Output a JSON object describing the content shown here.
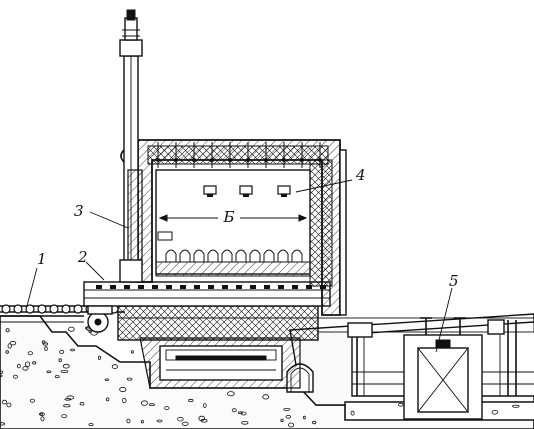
{
  "diagram": {
    "labels": {
      "l1": "1",
      "l2": "2",
      "l3": "3",
      "l4": "4",
      "l5": "5",
      "dim": "Б"
    },
    "colors": {
      "ink": "#111111",
      "paper": "#ffffff",
      "concrete": "#f7f7f7"
    }
  }
}
